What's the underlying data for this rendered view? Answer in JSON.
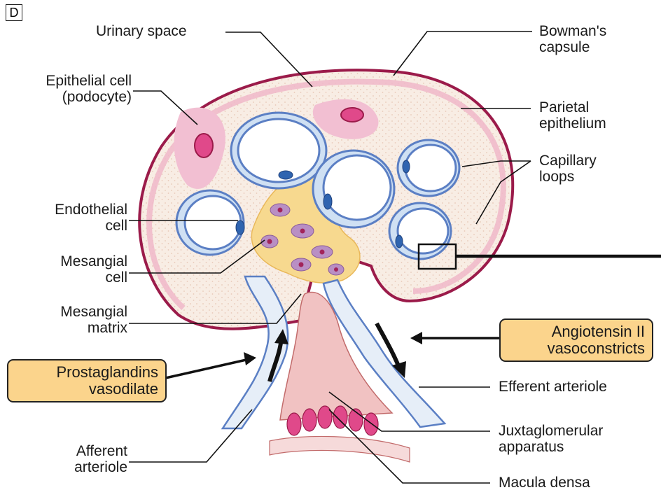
{
  "panel_letter": "D",
  "labels": {
    "urinary_space": "Urinary space",
    "bowmans_capsule": "Bowman's\ncapsule",
    "epithelial_cell": "Epithelial cell\n(podocyte)",
    "parietal_epithelium": "Parietal\nepithelium",
    "capillary_loops": "Capillary\nloops",
    "endothelial_cell": "Endothelial\ncell",
    "mesangial_cell": "Mesangial\ncell",
    "mesangial_matrix": "Mesangial\nmatrix",
    "efferent_arteriole": "Efferent arteriole",
    "afferent_arteriole": "Afferent\narteriole",
    "juxtaglomerular_apparatus": "Juxtaglomerular\napparatus",
    "macula_densa": "Macula densa"
  },
  "callouts": {
    "prostaglandins": "Prostaglandins\nvasodilate",
    "angiotensin": "Angiotensin II\nvasoconstricts"
  },
  "colors": {
    "capsule": "#9b1b4a",
    "urinary_fill": "#f6e9df",
    "podocyte": "#f2bfd2",
    "podocyte_nucleus": "#e0498a",
    "capillary_wall": "#5b7fc4",
    "capillary_fill": "#cfe0f3",
    "mesangium": "#f7d98f",
    "mesangial_cell": "#b98fc4",
    "jga": "#e8a9a9",
    "callout": "#fbd48c"
  }
}
